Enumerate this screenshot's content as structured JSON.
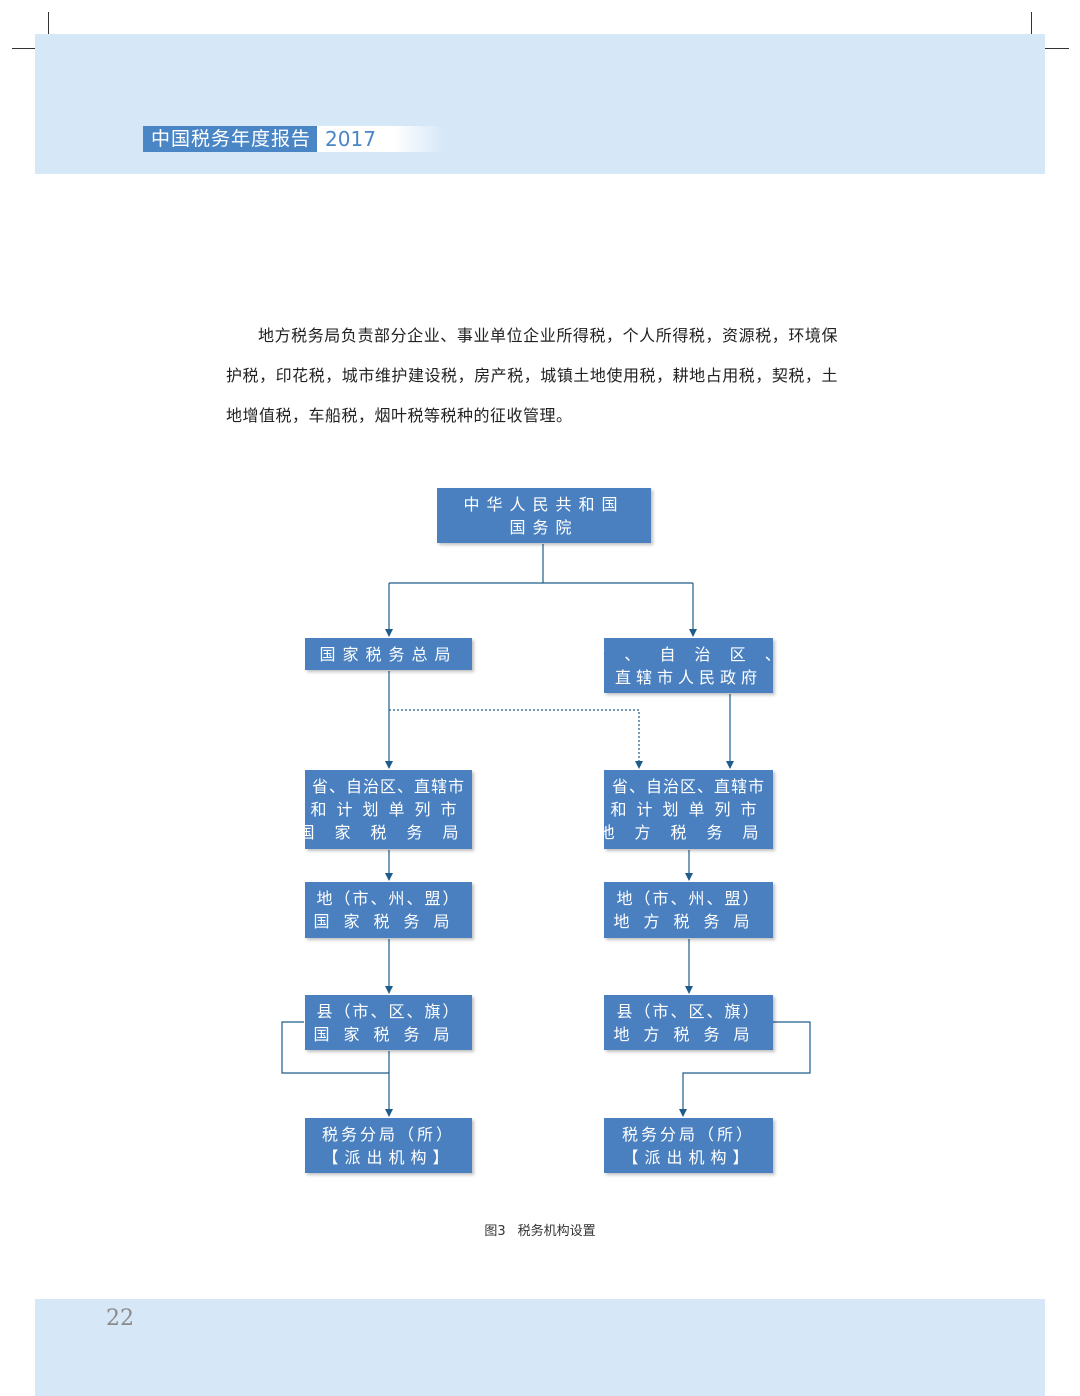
{
  "header": {
    "title": "中国税务年度报告",
    "year": "2017"
  },
  "paragraph": "地方税务局负责部分企业、事业单位企业所得税，个人所得税，资源税，环境保护税，印花税，城市维护建设税，房产税，城镇土地使用税，耕地占用税，契税，土地增值税，车船税，烟叶税等税种的征收管理。",
  "diagram": {
    "state_council": [
      "中华人民共和国",
      "国务院"
    ],
    "sat": [
      "国家税务总局"
    ],
    "provincial_gov": [
      "省 、 自 治 区 、",
      "直辖市人民政府"
    ],
    "prov_national": [
      "省、自治区、直辖市",
      "和计划单列市",
      "国家税务局"
    ],
    "prov_local": [
      "省、自治区、直辖市",
      "和计划单列市",
      "地方税务局"
    ],
    "pref_national": [
      "地（市、州、盟）",
      "国家税务局"
    ],
    "pref_local": [
      "地（市、州、盟）",
      "地方税务局"
    ],
    "county_national": [
      "县（市、区、旗）",
      "国家税务局"
    ],
    "county_local": [
      "县（市、区、旗）",
      "地方税务局"
    ],
    "branch_national": [
      "税务分局（所）",
      "【派出机构】"
    ],
    "branch_local": [
      "税务分局（所）",
      "【派出机构】"
    ]
  },
  "caption": {
    "figure": "图3",
    "text": "税务机构设置"
  },
  "page_number": "22",
  "colors": {
    "band": "#d6e7f7",
    "box": "#4a80c0",
    "line": "#1f5c8a",
    "header": "#4a86c5"
  }
}
